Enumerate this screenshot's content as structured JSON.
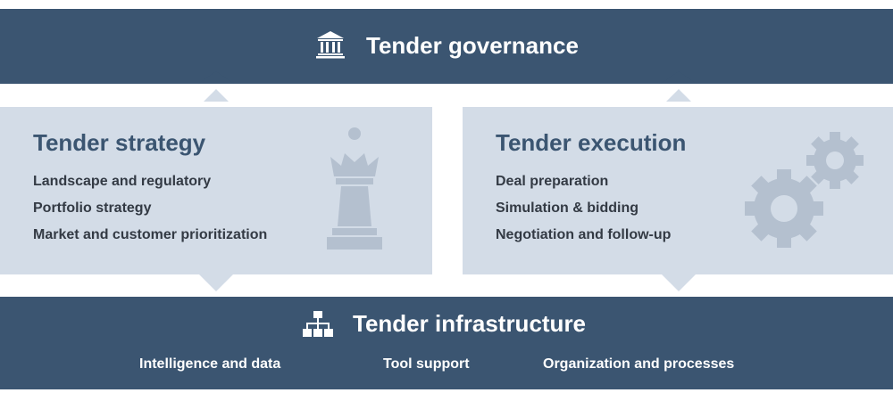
{
  "governance": {
    "title": "Tender governance",
    "icon": "building-columns-icon"
  },
  "strategy": {
    "title": "Tender strategy",
    "items": [
      "Landscape and regulatory",
      "Portfolio strategy",
      "Market and customer prioritization"
    ],
    "icon": "chess-queen-icon"
  },
  "execution": {
    "title": "Tender execution",
    "items": [
      "Deal preparation",
      "Simulation & bidding",
      "Negotiation and follow-up"
    ],
    "icon": "gears-icon"
  },
  "infrastructure": {
    "title": "Tender infrastructure",
    "items": [
      "Intelligence and data",
      "Tool support",
      "Organization and processes"
    ],
    "icon": "org-chart-icon"
  },
  "colors": {
    "band": "#3b5571",
    "panel": "#d3dce7",
    "panel_icon": "#b4c0cf",
    "text": "#333a44"
  }
}
